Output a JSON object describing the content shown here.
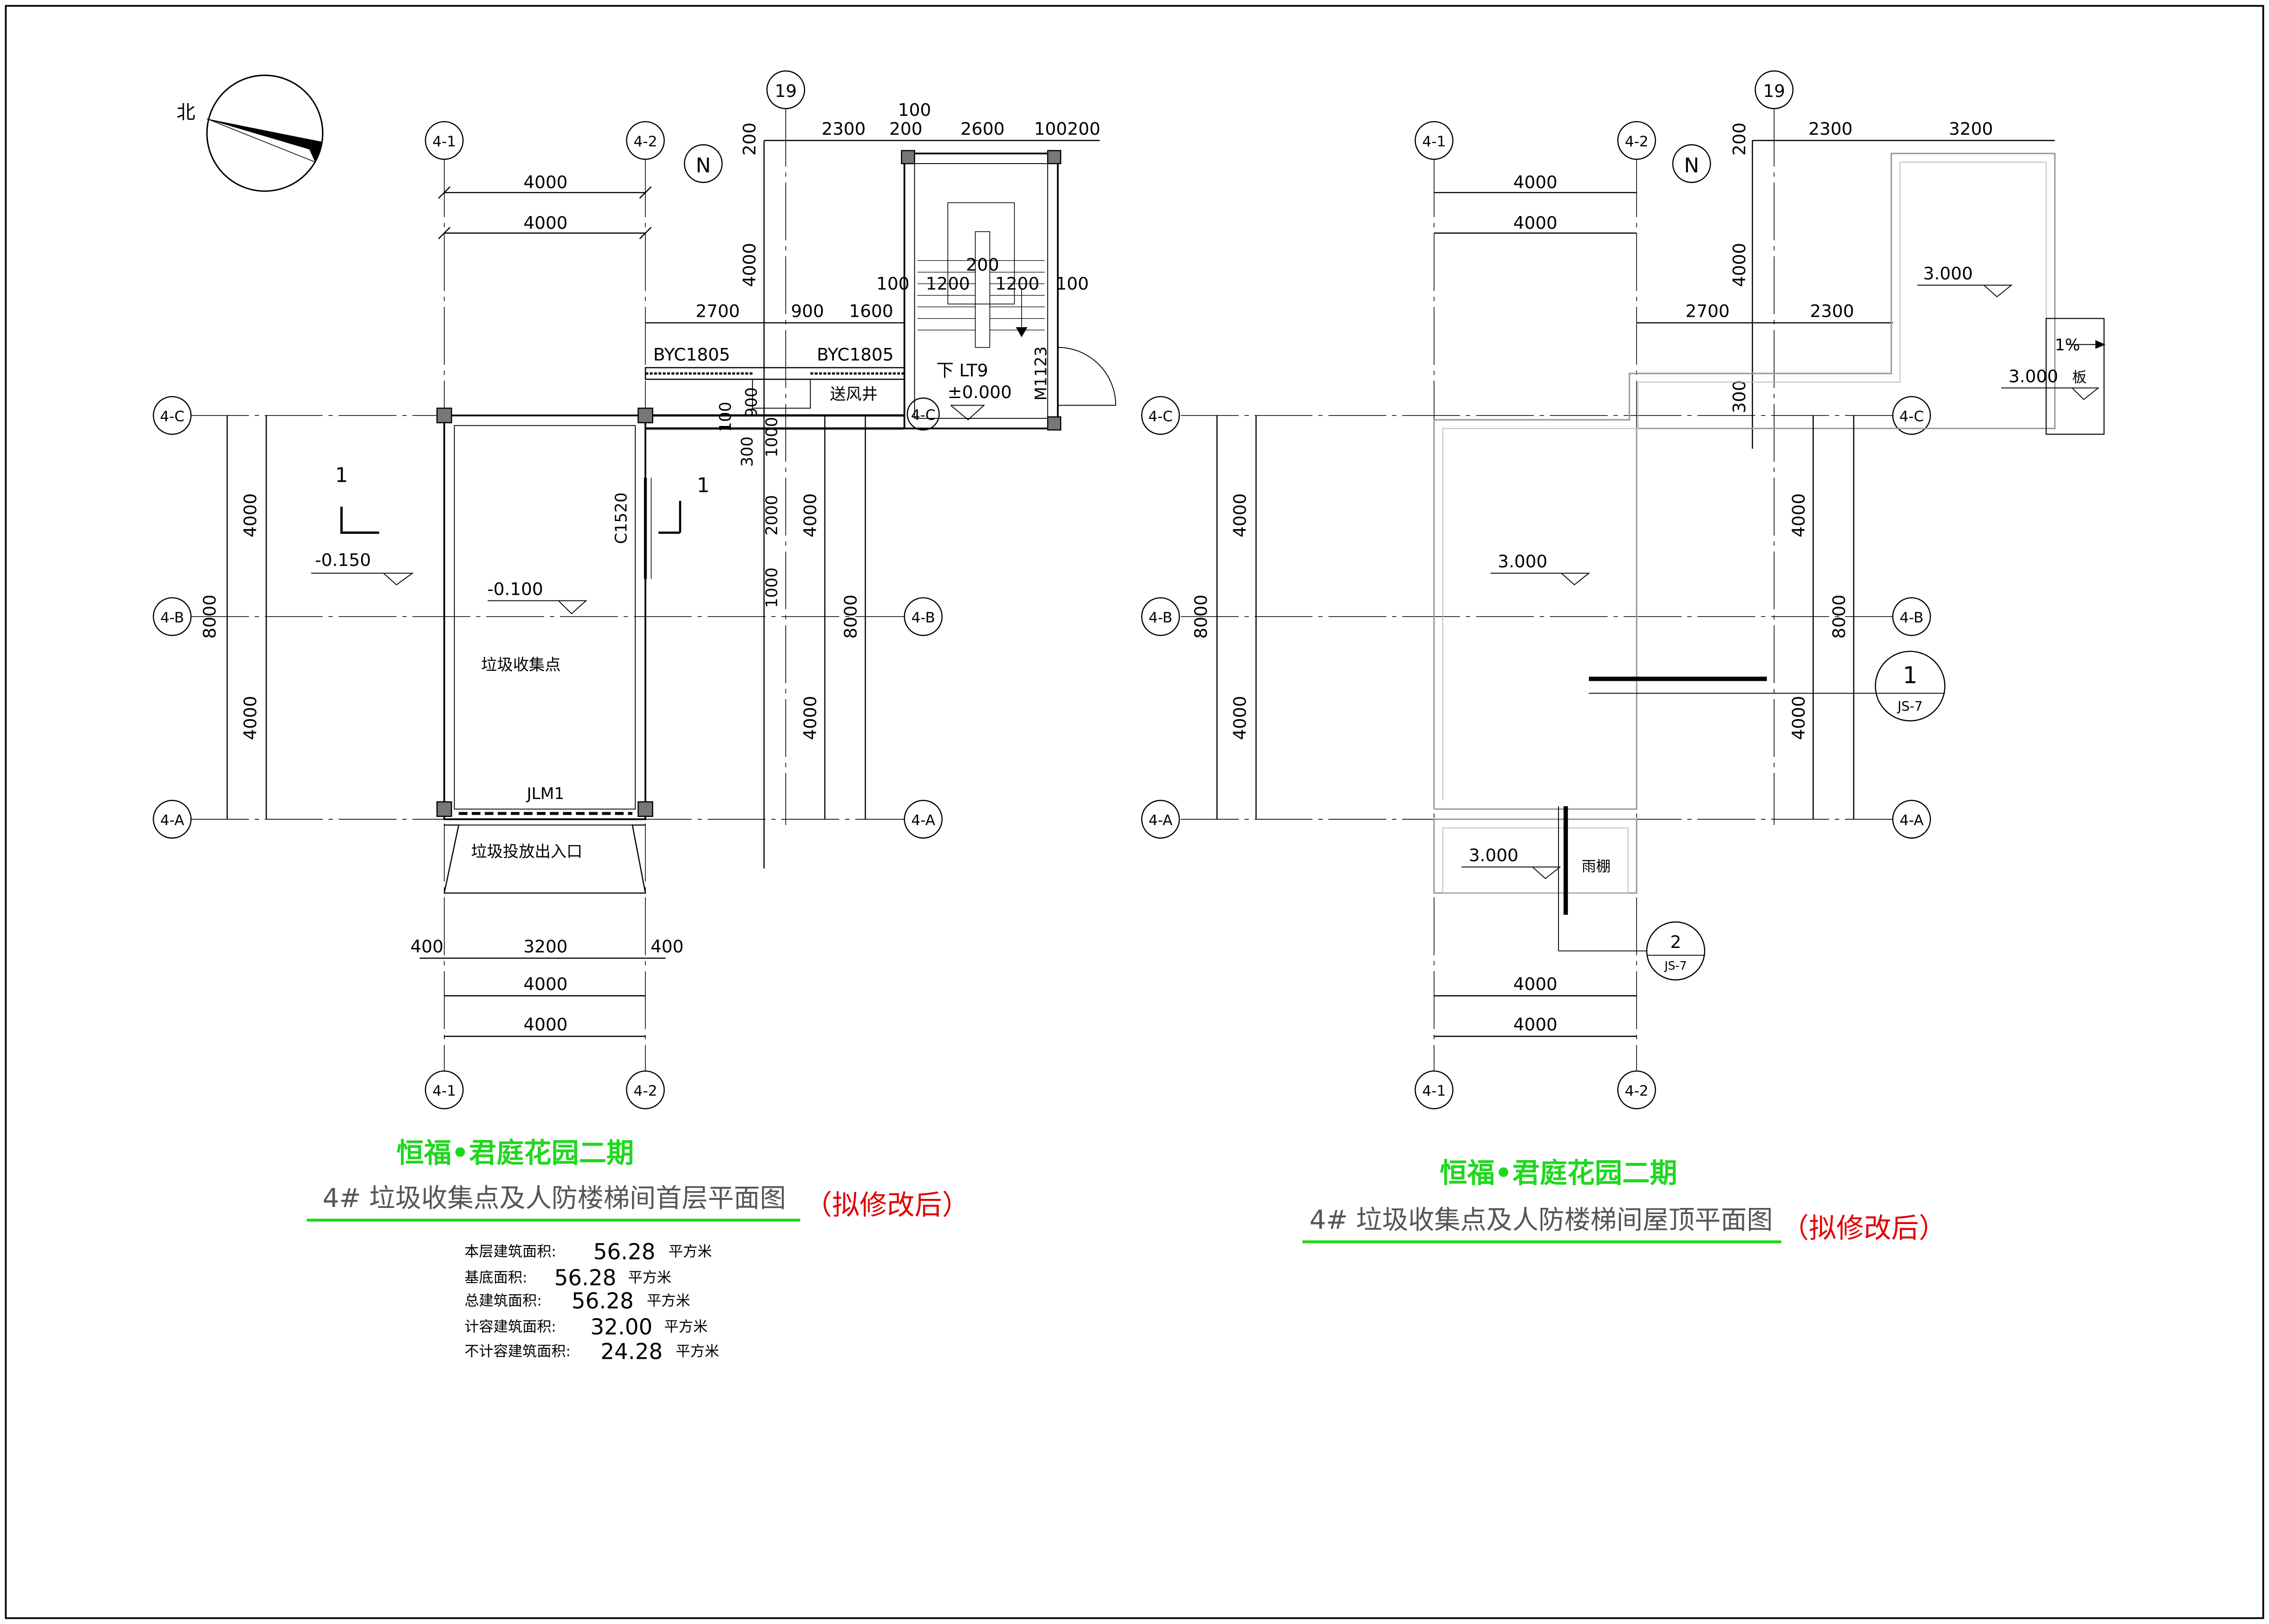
{
  "colors": {
    "green": "#1ed81e",
    "red": "#e00000",
    "line": "#000000",
    "grey": "#9a9a9a"
  },
  "north": {
    "label": "北",
    "marker": "N"
  },
  "grid": {
    "c1": "4-1",
    "c2": "4-2",
    "c19": "19",
    "rA": "4-A",
    "rB": "4-B",
    "rC": "4-C"
  },
  "ground": {
    "dims": {
      "d4000": "4000",
      "d8000": "8000",
      "d2300": "2300",
      "d2600": "2600",
      "d100": "100",
      "d200": "200",
      "d1200": "1200",
      "d2700": "2700",
      "d900": "900",
      "d1600": "1600",
      "d300": "300",
      "d1000": "1000",
      "d2000": "2000",
      "d3200": "3200",
      "d400": "400"
    },
    "labels": {
      "win1": "BYC1805",
      "win2": "BYC1805",
      "lt9": "下 LT9",
      "elev0": "±0.000",
      "door_m": "M1123",
      "air": "送风井",
      "c1520": "C1520",
      "sec": "1",
      "elev_m150": "-0.150",
      "elev_m100": "-0.100",
      "room": "垃圾收集点",
      "jlm": "JLM1",
      "entry": "垃圾投放出入口"
    },
    "title": {
      "project": "恒福•君庭花园二期",
      "name": "4#  垃圾收集点及人防楼梯间首层平面图",
      "note": "（拟修改后）"
    },
    "area": [
      {
        "label": "本层建筑面积:",
        "value": "56.28",
        "unit": "平方米"
      },
      {
        "label": "基底面积:",
        "value": "56.28",
        "unit": "平方米"
      },
      {
        "label": "总建筑面积:",
        "value": "56.28",
        "unit": "平方米"
      },
      {
        "label": "计容建筑面积:",
        "value": "32.00",
        "unit": "平方米"
      },
      {
        "label": "不计容建筑面积:",
        "value": "24.28",
        "unit": "平方米"
      }
    ]
  },
  "roof": {
    "labels": {
      "elev3": "3.000",
      "slope": "1%",
      "elev3b": "3.000",
      "plate": "板",
      "canopy": "雨棚",
      "ref1": "1",
      "ref1s": "JS-7",
      "ref2": "2",
      "ref2s": "JS-7"
    },
    "title": {
      "project": "恒福•君庭花园二期",
      "name": "4#  垃圾收集点及人防楼梯间屋顶平面图",
      "note": "（拟修改后）"
    }
  }
}
